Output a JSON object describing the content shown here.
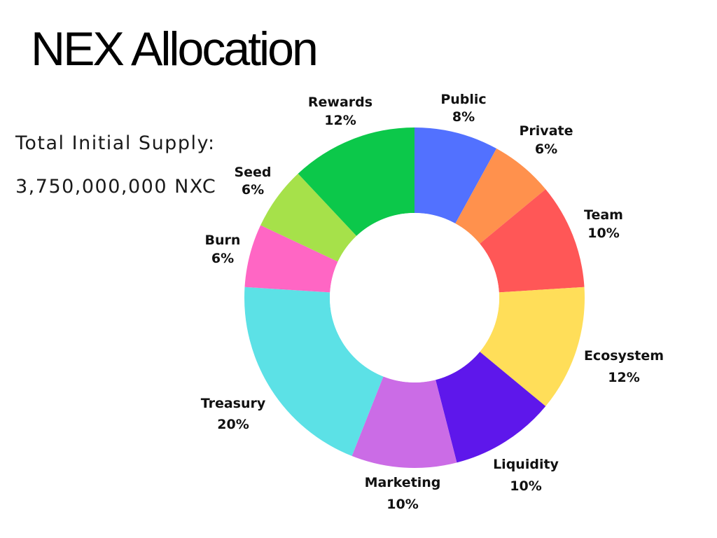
{
  "title": "NEX Allocation",
  "supply": {
    "label": "Total Initial Supply:",
    "value": "3,750,000,000 NXC"
  },
  "chart_data": {
    "type": "pie",
    "variant": "donut",
    "title": "NEX Allocation",
    "value_unit": "%",
    "start": "12 o'clock, clockwise",
    "slices": [
      {
        "label": "Public",
        "value": 8,
        "pct_label": "8%",
        "color": "#5271ff"
      },
      {
        "label": "Private",
        "value": 6,
        "pct_label": "6%",
        "color": "#ff914d"
      },
      {
        "label": "Team",
        "value": 10,
        "pct_label": "10%",
        "color": "#ff5757"
      },
      {
        "label": "Ecosystem",
        "value": 12,
        "pct_label": "12%",
        "color": "#ffde59"
      },
      {
        "label": "Liquidity",
        "value": 10,
        "pct_label": "10%",
        "color": "#5e17eb"
      },
      {
        "label": "Marketing",
        "value": 10,
        "pct_label": "10%",
        "color": "#cb6ce6"
      },
      {
        "label": "Treasury",
        "value": 20,
        "pct_label": "20%",
        "color": "#5ce1e6"
      },
      {
        "label": "Burn",
        "value": 6,
        "pct_label": "6%",
        "color": "#ff66c4"
      },
      {
        "label": "Seed",
        "value": 6,
        "pct_label": "6%",
        "color": "#a6e14a"
      },
      {
        "label": "Rewards",
        "value": 12,
        "pct_label": "12%",
        "color": "#0cc84a"
      }
    ]
  }
}
